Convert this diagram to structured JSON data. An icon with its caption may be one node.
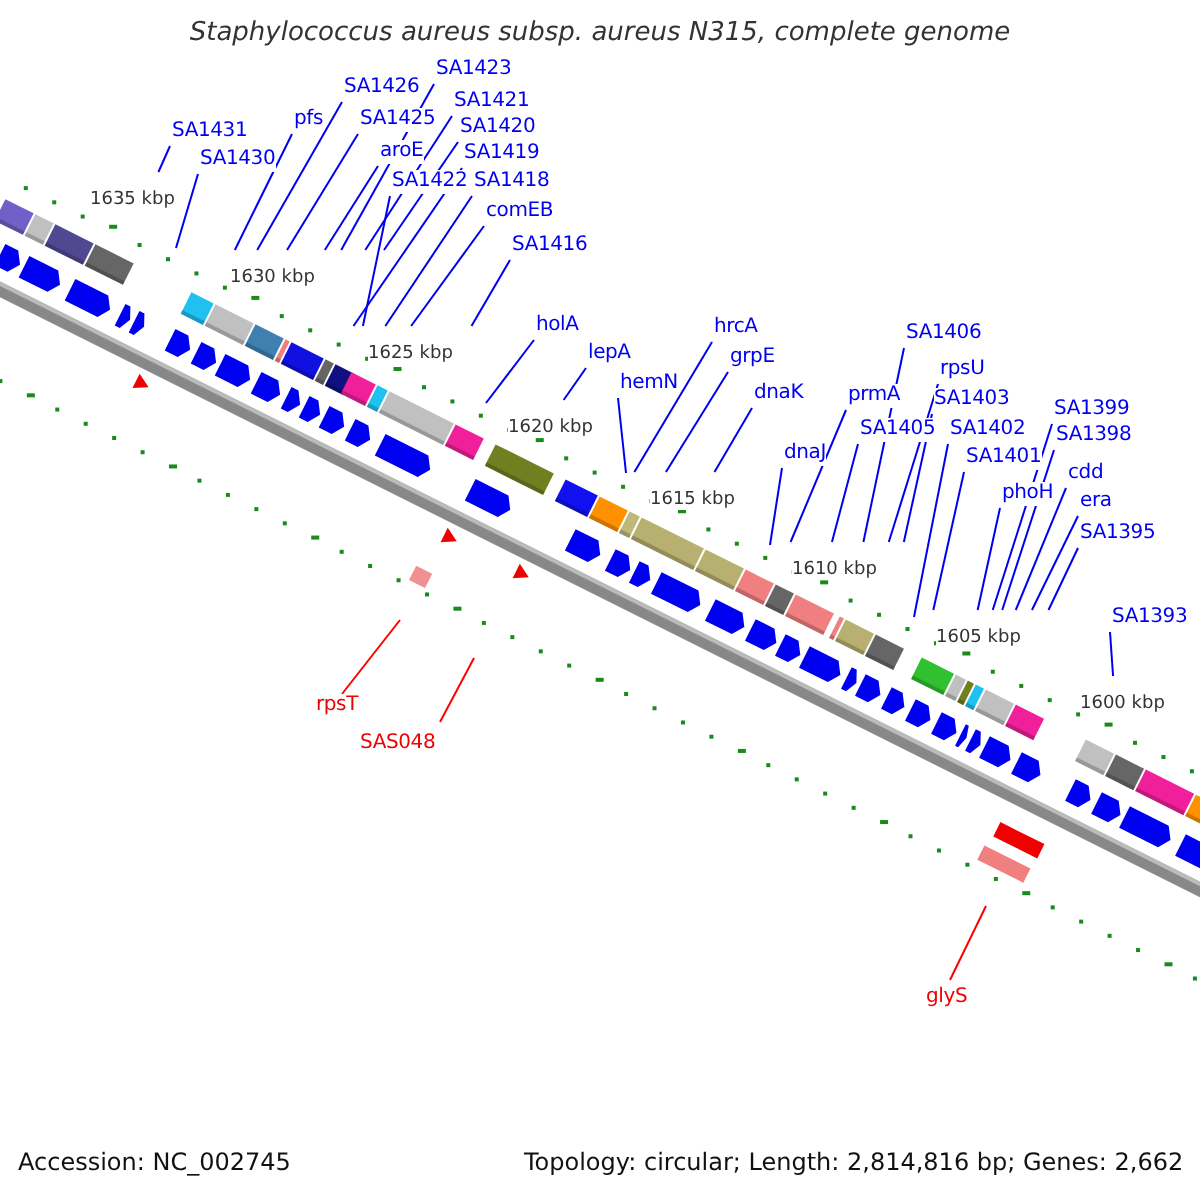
{
  "diagram": {
    "title": "Staphylococcus aureus subsp. aureus N315, complete genome",
    "nodes": [
      {
        "text": [
          "SA1431"
        ]
      },
      {
        "text": [
          "SA1430"
        ]
      },
      {
        "text": [
          "pfs"
        ]
      },
      {
        "text": [
          "SA1426"
        ]
      },
      {
        "text": [
          "SA1425"
        ]
      },
      {
        "text": [
          "aroE"
        ]
      },
      {
        "text": [
          "SA1423"
        ]
      },
      {
        "text": [
          "SA1421"
        ]
      },
      {
        "text": [
          "SA1420"
        ]
      },
      {
        "text": [
          "SA1419"
        ]
      },
      {
        "text": [
          "SA1422"
        ]
      },
      {
        "text": [
          "SA1418"
        ]
      },
      {
        "text": [
          "comEB"
        ]
      },
      {
        "text": [
          "SA1416"
        ]
      },
      {
        "text": [
          "holA"
        ]
      },
      {
        "text": [
          "lepA"
        ]
      },
      {
        "text": [
          "hemN"
        ]
      },
      {
        "text": [
          "hrcA"
        ]
      },
      {
        "text": [
          "grpE"
        ]
      },
      {
        "text": [
          "dnaK"
        ]
      },
      {
        "text": [
          "dnaJ"
        ]
      },
      {
        "text": [
          "prmA"
        ]
      },
      {
        "text": [
          "SA1405"
        ]
      },
      {
        "text": [
          "SA1406"
        ]
      },
      {
        "text": [
          "rpsU"
        ]
      },
      {
        "text": [
          "SA1403"
        ]
      },
      {
        "text": [
          "SA1402"
        ]
      },
      {
        "text": [
          "SA1401"
        ]
      },
      {
        "text": [
          "phoH"
        ]
      },
      {
        "text": [
          "SA1399"
        ]
      },
      {
        "text": [
          "SA1398"
        ]
      },
      {
        "text": [
          "cdd"
        ]
      },
      {
        "text": [
          "era"
        ]
      },
      {
        "text": [
          "SA1395"
        ]
      },
      {
        "text": [
          "SA1393"
        ]
      },
      {
        "text": [
          "rpsT"
        ]
      },
      {
        "text": [
          "SAS048"
        ]
      },
      {
        "text": [
          "glyS"
        ]
      }
    ],
    "edges": [
      {
        "from": 0,
        "to": null,
        "arrow": "none"
      },
      {
        "from": 1,
        "to": null,
        "arrow": "none"
      },
      {
        "from": 2,
        "to": null,
        "arrow": "none"
      },
      {
        "from": 3,
        "to": null,
        "arrow": "none"
      },
      {
        "from": 4,
        "to": null,
        "arrow": "none"
      },
      {
        "from": 5,
        "to": null,
        "arrow": "none"
      },
      {
        "from": 6,
        "to": null,
        "arrow": "none"
      },
      {
        "from": 7,
        "to": null,
        "arrow": "none"
      },
      {
        "from": 8,
        "to": null,
        "arrow": "none"
      },
      {
        "from": 9,
        "to": null,
        "arrow": "none"
      },
      {
        "from": 10,
        "to": null,
        "arrow": "none"
      },
      {
        "from": 11,
        "to": null,
        "arrow": "none"
      },
      {
        "from": 12,
        "to": null,
        "arrow": "none"
      },
      {
        "from": 13,
        "to": null,
        "arrow": "none"
      },
      {
        "from": 14,
        "to": null,
        "arrow": "none"
      },
      {
        "from": 15,
        "to": null,
        "arrow": "none"
      },
      {
        "from": 16,
        "to": null,
        "arrow": "none"
      },
      {
        "from": 17,
        "to": null,
        "arrow": "none"
      },
      {
        "from": 18,
        "to": null,
        "arrow": "none"
      },
      {
        "from": 19,
        "to": null,
        "arrow": "none"
      },
      {
        "from": 20,
        "to": null,
        "arrow": "none"
      },
      {
        "from": 21,
        "to": null,
        "arrow": "none"
      },
      {
        "from": 22,
        "to": null,
        "arrow": "none"
      },
      {
        "from": 23,
        "to": null,
        "arrow": "none"
      },
      {
        "from": 24,
        "to": null,
        "arrow": "none"
      },
      {
        "from": 25,
        "to": null,
        "arrow": "none"
      },
      {
        "from": 26,
        "to": null,
        "arrow": "none"
      },
      {
        "from": 27,
        "to": null,
        "arrow": "none"
      },
      {
        "from": 28,
        "to": null,
        "arrow": "none"
      },
      {
        "from": 29,
        "to": null,
        "arrow": "none"
      },
      {
        "from": 30,
        "to": null,
        "arrow": "none"
      },
      {
        "from": 31,
        "to": null,
        "arrow": "none"
      },
      {
        "from": 32,
        "to": null,
        "arrow": "none"
      },
      {
        "from": 33,
        "to": null,
        "arrow": "none"
      },
      {
        "from": 34,
        "to": null,
        "arrow": "none"
      },
      {
        "from": 35,
        "to": null,
        "arrow": "none",
        "color": "#ff0000"
      },
      {
        "from": 36,
        "to": null,
        "arrow": "none",
        "color": "#ff0000"
      },
      {
        "from": 37,
        "to": null,
        "arrow": "none",
        "color": "#ff0000"
      }
    ],
    "labels": [
      "1635 kbp",
      "1630 kbp",
      "1625 kbp",
      "1620 kbp",
      "1615 kbp",
      "1610 kbp",
      "1605 kbp",
      "1600 kbp",
      "Accession: NC_002745",
      "Topology: circular; Length: 2,814,816 bp; Genes: 2,662"
    ]
  }
}
